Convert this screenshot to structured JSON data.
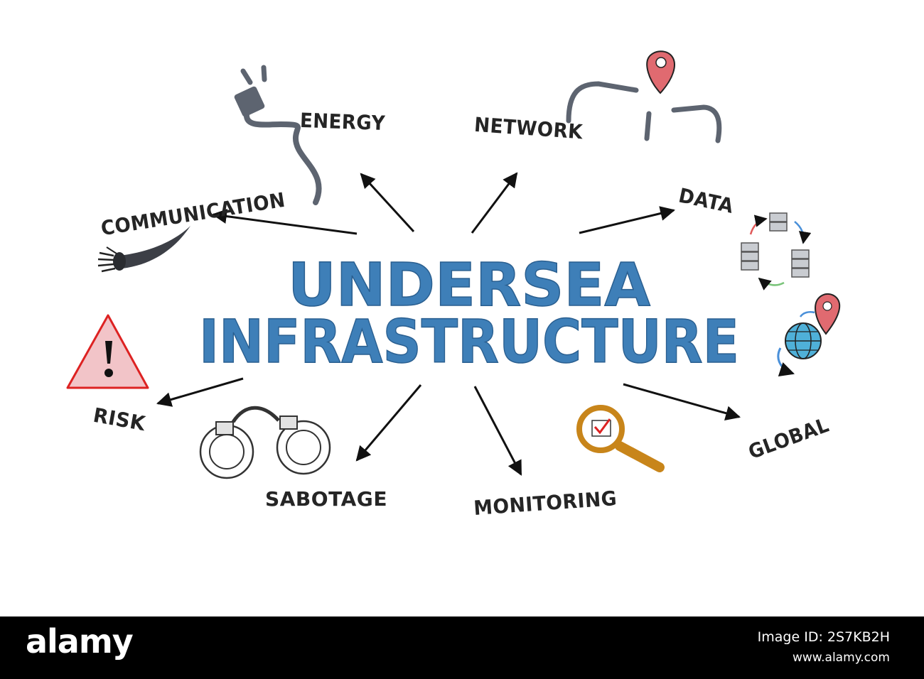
{
  "title": {
    "line1": "UNDERSEA",
    "line2": "INFRASTRUCTURE"
  },
  "keywords": {
    "energy": "ENERGY",
    "communication": "COMMUNICATION",
    "network": "NETWORK",
    "data": "DATA",
    "risk": "RISK",
    "sabotage": "SABOTAGE",
    "monitoring": "MONITORING",
    "global": "GLOBAL"
  },
  "icons": [
    "power-plug-icon",
    "fiber-cable-icon",
    "map-pin-network-icon",
    "server-cycle-icon",
    "globe-pin-icon",
    "warning-triangle-icon",
    "handcuffs-icon",
    "magnifier-check-icon"
  ],
  "colors": {
    "title": "#3e7fb8",
    "keyword": "#252525",
    "arrow": "#111111",
    "pin": "#e05060",
    "magnifier": "#c8851a",
    "warning": "#dd2222"
  },
  "footer": {
    "brand": "alamy",
    "image_id": "Image ID: 2S7KB2H",
    "url": "www.alamy.com"
  }
}
